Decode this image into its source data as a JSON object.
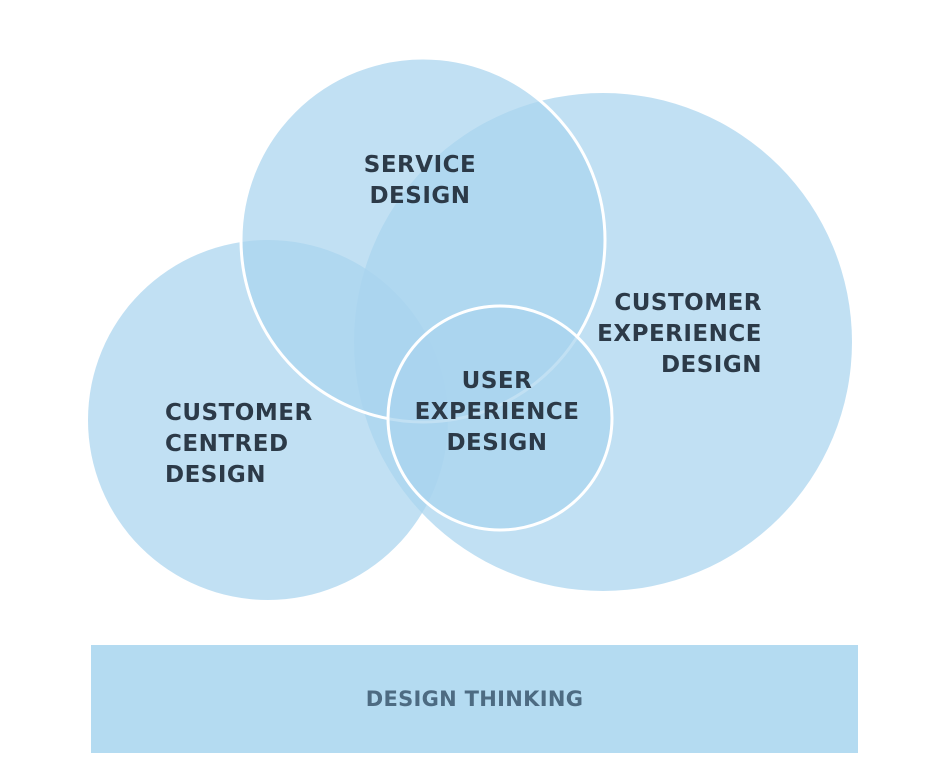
{
  "colors": {
    "circle_fill": "#a9d4ee",
    "circle_stroke": "#ffffff",
    "label_text": "#2c3a48",
    "bar_fill": "#b4dbf1",
    "bar_text": "#4d6b82"
  },
  "circles": [
    {
      "id": "customer-centred-design",
      "lines": [
        "CUSTOMER",
        "CENTRED",
        "DESIGN"
      ]
    },
    {
      "id": "customer-experience-design",
      "lines": [
        "CUSTOMER",
        "EXPERIENCE",
        "DESIGN"
      ]
    },
    {
      "id": "service-design",
      "lines": [
        "SERVICE",
        "DESIGN"
      ]
    },
    {
      "id": "user-experience-design",
      "lines": [
        "USER",
        "EXPERIENCE",
        "DESIGN"
      ]
    }
  ],
  "foundation": {
    "label": "DESIGN THINKING"
  }
}
